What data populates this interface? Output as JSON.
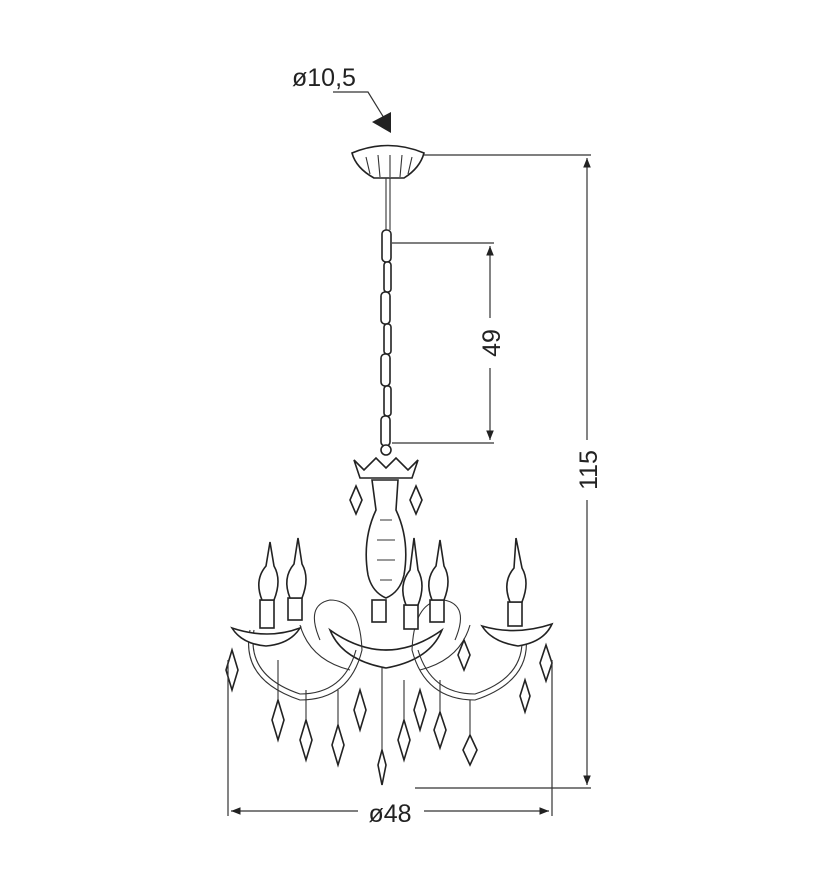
{
  "diagram": {
    "subject": "chandelier",
    "dimensions": {
      "canopy_diameter": "ø10,5",
      "chain_length": "49",
      "total_height": "115",
      "overall_diameter": "ø48"
    }
  }
}
